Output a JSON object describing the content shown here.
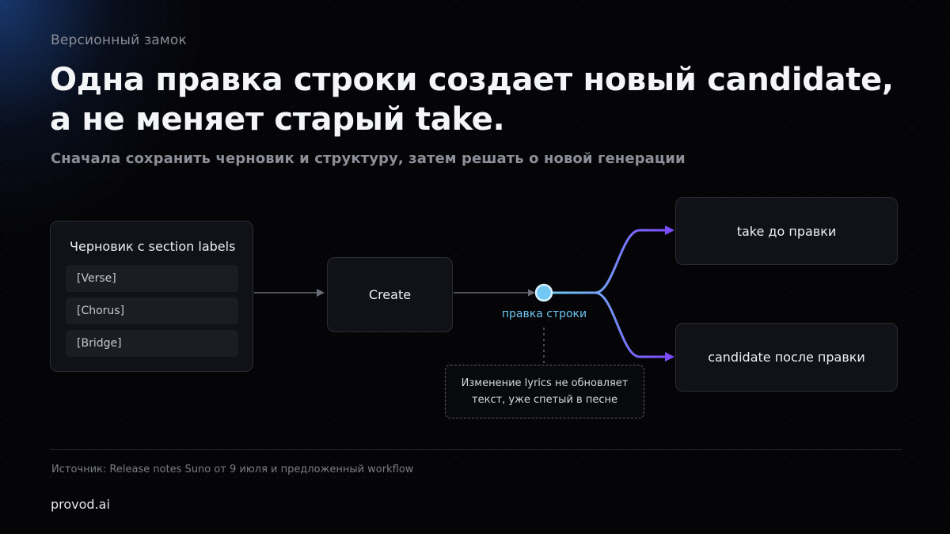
{
  "eyebrow": "Версионный замок",
  "title": "Одна правка строки создает новый candidate, а не меняет старый take.",
  "subtitle": "Сначала сохранить черновик и структуру, затем решать о новой генерации",
  "draft": {
    "title": "Черновик с section labels",
    "sections": [
      "[Verse]",
      "[Chorus]",
      "[Bridge]"
    ]
  },
  "create_label": "Create",
  "edit_node_label": "правка строки",
  "note": "Изменение lyrics не обновляет текст, уже спетый в песне",
  "outputs": {
    "take_label": "take до правки",
    "candidate_label": "candidate после правки"
  },
  "footer": {
    "source": "Источник: Release notes Suno от 9 июля и предложенный workflow",
    "brand": "provod.ai"
  },
  "colors": {
    "accent_blue": "#6fc6f2",
    "accent_purple": "#7c4dff"
  }
}
